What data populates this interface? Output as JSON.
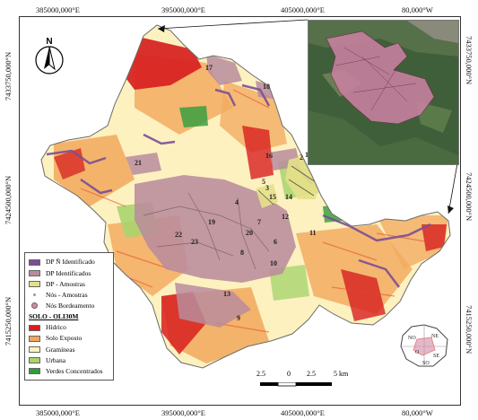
{
  "coords": {
    "top": [
      "385000,000°E",
      "395000,000°E",
      "405000,000°E",
      "80,000°W"
    ],
    "bottom": [
      "385000,000°E",
      "395000,000°E",
      "405000,000°E",
      "80,000°W"
    ],
    "left": [
      "7433750,000°N",
      "7424500,000°N",
      "7415250,000°N"
    ],
    "right": [
      "7433750,000°N",
      "7424500,000°N",
      "7415250,000°N"
    ]
  },
  "north": {
    "label": "N"
  },
  "legend": {
    "items": [
      {
        "label": "DP Ñ Identificado",
        "color": "#7a4f94",
        "kind": "box"
      },
      {
        "label": "DP Identificados",
        "color": "#b98c9c",
        "kind": "box"
      },
      {
        "label": "DP - Amostras",
        "color": "#e6e08a",
        "kind": "box"
      },
      {
        "label": "Nós - Amostras",
        "color": "#999999",
        "kind": "dot"
      },
      {
        "label": "Nós Bordeamento",
        "color": "#d58aa6",
        "kind": "bigdot"
      }
    ],
    "section_title": "SOLO - OLI30M",
    "solo": [
      {
        "label": "Hídrico",
        "color": "#d71f1f"
      },
      {
        "label": "Solo Exposto",
        "color": "#f2a65e"
      },
      {
        "label": "Gramíneas",
        "color": "#fdf3c1"
      },
      {
        "label": "Urbana",
        "color": "#a9d46e"
      },
      {
        "label": "Verdes Concentrados",
        "color": "#2e9e3c"
      }
    ]
  },
  "scale": {
    "labels": [
      "2.5",
      "0",
      "2.5",
      "5 km"
    ]
  },
  "map_labels": [
    "1",
    "2",
    "3",
    "4",
    "5",
    "6",
    "7",
    "8",
    "9",
    "10",
    "11",
    "12",
    "13",
    "14",
    "15",
    "16",
    "17",
    "18",
    "19",
    "20",
    "21",
    "22",
    "23"
  ],
  "region_labels": [
    "NO",
    "NE",
    "O",
    "SE",
    "SO"
  ]
}
